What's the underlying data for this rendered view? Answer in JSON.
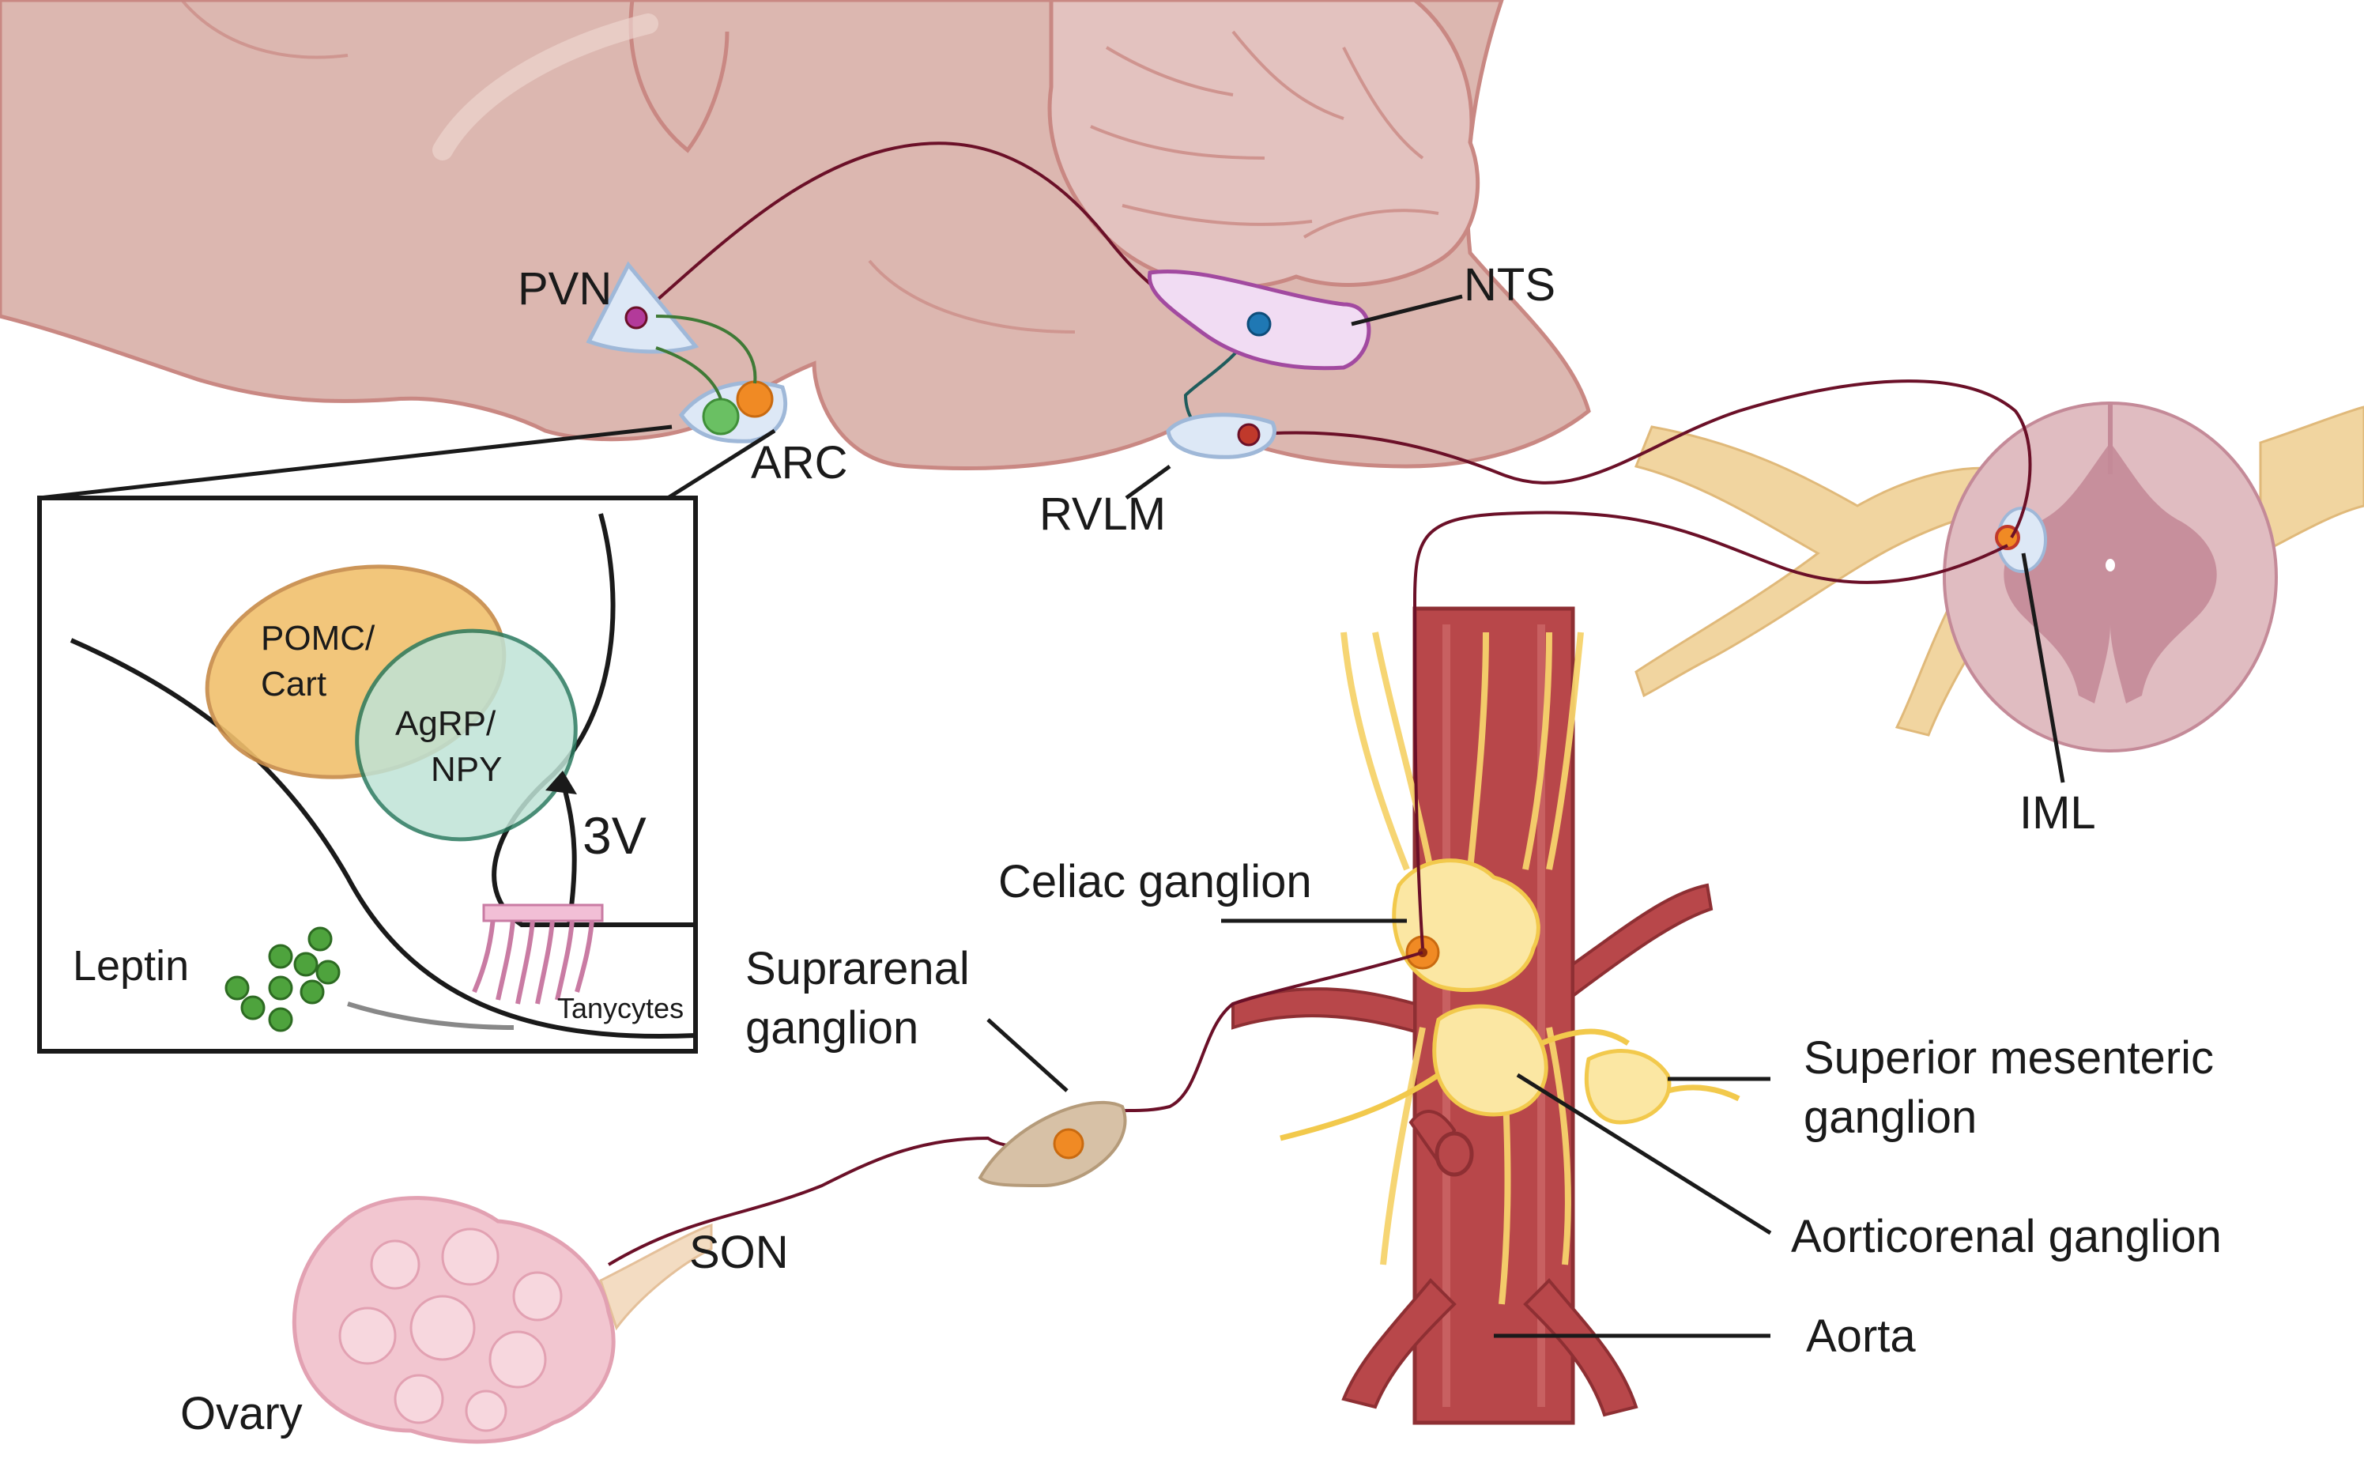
{
  "labels": {
    "pvn": "PVN",
    "arc": "ARC",
    "nts": "NTS",
    "rvlm": "RVLM",
    "iml": "IML",
    "celiac_ganglion": "Celiac ganglion",
    "suprarenal_ganglion_line1": "Suprarenal",
    "suprarenal_ganglion_line2": "ganglion",
    "superior_mesenteric_line1": "Superior mesenteric",
    "superior_mesenteric_line2": "ganglion",
    "aorticorenal_ganglion": "Aorticorenal ganglion",
    "aorta": "Aorta",
    "son": "SON",
    "ovary": "Ovary"
  },
  "inset": {
    "pomc_line1": "POMC/",
    "pomc_line2": "Cart",
    "agrp_line1": "AgRP/",
    "agrp_line2": "NPY",
    "third_ventricle": "3V",
    "leptin": "Leptin",
    "tanycytes": "Tanycytes"
  },
  "colors": {
    "brain": "#dcb7b0",
    "brain_outline": "#c98883",
    "cerebellum": "#e3c2bf",
    "nerve_fiber": "#6b1028",
    "spinal_nerve": "#f1d5a0",
    "spinal_gray": "#c48a98",
    "aorta": "#b8474a",
    "ganglion": "#fbe7a3",
    "pomc": "#f1c06d",
    "agrp": "#bfe3d6",
    "leptin": "#4ea33d",
    "neuron_orange": "#f08a24",
    "neuron_green": "#6ac063",
    "neuron_purple": "#b33a9a",
    "neuron_blue": "#1f78b4",
    "ovary": "#f2c6d0"
  }
}
